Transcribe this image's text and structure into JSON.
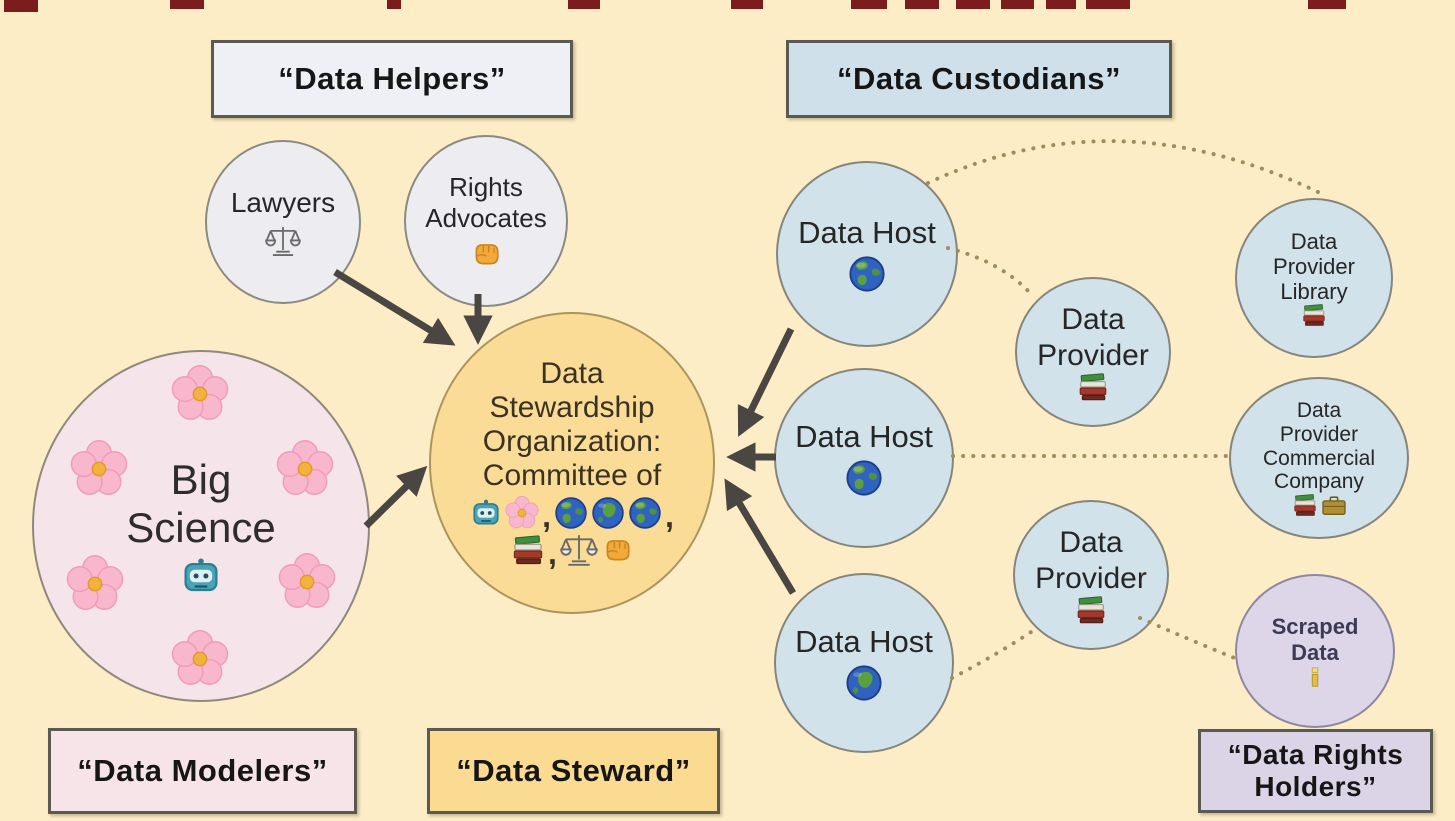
{
  "diagram_title": "Data stewardship roles diagram",
  "colors": {
    "background": "#fcedc7",
    "blue_node": "#d2e2eb",
    "gray_node": "#ededf1",
    "pink_node": "#f5e4e9",
    "gold_node": "#fbdc96",
    "purple_node": "#dcd6e8",
    "arrow": "#4a4642",
    "dotted_link": "#9f8d5e",
    "top_fragment_red": "#7b1d1d"
  },
  "labels": {
    "data_helpers": "“Data Helpers”",
    "data_custodians": "“Data Custodians”",
    "data_modelers": "“Data Modelers”",
    "data_steward": "“Data Steward”",
    "data_rights_holders": "“Data Rights\nHolders”"
  },
  "nodes": {
    "lawyers": {
      "label": "Lawyers",
      "icon": "balance-scales"
    },
    "rights_advocates": {
      "label": "Rights\nAdvocates",
      "icon": "raised-fist"
    },
    "big_science": {
      "label": "Big\nScience",
      "icon": "robot",
      "decor_icon": "cherry-blossom",
      "decor_count": 6
    },
    "steward_org": {
      "title": "Data\nStewardship\nOrganization:\nCommittee of",
      "comma": ",",
      "icon_row_1": [
        "robot",
        "cherry-blossom",
        "comma",
        "globe",
        "globe",
        "globe",
        "comma"
      ],
      "icon_row_2": [
        "books",
        "comma",
        "balance-scales",
        "raised-fist"
      ]
    },
    "data_host_1": {
      "label": "Data Host",
      "icon": "globe-americas"
    },
    "data_host_2": {
      "label": "Data Host",
      "icon": "globe-americas"
    },
    "data_host_3": {
      "label": "Data Host",
      "icon": "globe-africa"
    },
    "data_provider_1": {
      "label": "Data\nProvider",
      "icon": "books"
    },
    "data_provider_2": {
      "label": "Data\nProvider",
      "icon": "books"
    },
    "data_provider_library": {
      "label": "Data\nProvider\nLibrary",
      "icon": "books"
    },
    "data_provider_commercial": {
      "label": "Data\nProvider\nCommercial\nCompany",
      "icons": [
        "books",
        "briefcase"
      ]
    },
    "scraped_data": {
      "label": "Scraped\nData",
      "icon": "candle"
    }
  },
  "connections": {
    "solid_arrows": [
      "lawyers -> steward_org",
      "rights_advocates -> steward_org",
      "big_science -> steward_org",
      "data_host_1 -> steward_org",
      "data_host_2 -> steward_org",
      "data_host_3 -> steward_org"
    ],
    "dotted_links": [
      "data_host_1 - data_provider_library",
      "data_host_1 - data_provider_1",
      "data_host_2 - data_provider_commercial",
      "data_host_3 - data_provider_2",
      "data_provider_2 - scraped_data"
    ]
  }
}
